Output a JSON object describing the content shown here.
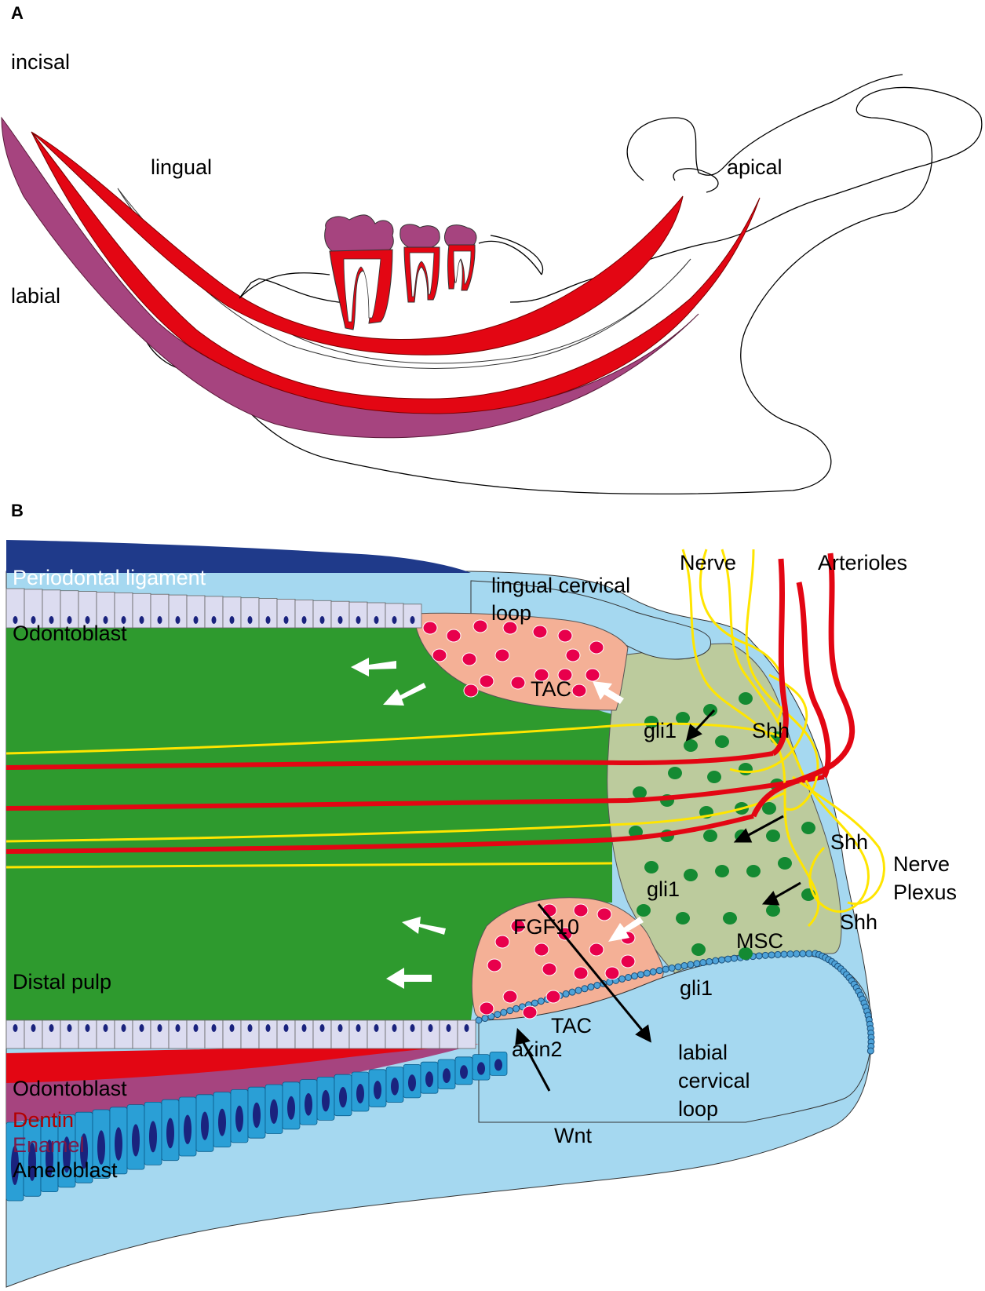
{
  "panel_a": {
    "letter": "A",
    "labels": {
      "incisal": "incisal",
      "lingual": "lingual",
      "labial": "labial",
      "apical": "apical"
    }
  },
  "panel_b": {
    "letter": "B",
    "labels": {
      "periodontal_ligament": "Periodontal ligament",
      "lingual_cervical_loop_1": "lingual cervical",
      "lingual_cervical_loop_2": "loop",
      "nerve": "Nerve",
      "arterioles": "Arterioles",
      "odontoblast_top": "Odontoblast",
      "tac_top": "TAC",
      "gli1_top": "gli1",
      "shh_top": "Shh",
      "shh_mid": "Shh",
      "nerve_plexus_1": "Nerve",
      "nerve_plexus_2": "Plexus",
      "gli1_mid": "gli1",
      "fgf10": "FGF10",
      "shh_low": "Shh",
      "msc": "MSC",
      "distal_pulp": "Distal pulp",
      "gli1_low": "gli1",
      "tac_low": "TAC",
      "axin2": "axin2",
      "labial_cervical_loop_1": "labial",
      "labial_cervical_loop_2": "cervical",
      "labial_cervical_loop_3": "loop",
      "odontoblast_bottom": "Odontoblast",
      "dentin": "Dentin",
      "enamel": "Enamel",
      "ameloblast": "Ameloblast",
      "wnt": "Wnt"
    }
  },
  "colors": {
    "dentin_red": "#e30613",
    "enamel_purple": "#a6447f",
    "tooth_crown": "#a6447f",
    "periodontal_blue": "#1f3a8a",
    "epithelium_light_blue": "#a5d8f0",
    "pulp_green": "#2e9a2e",
    "niche_sage": "#bccb9d",
    "tac_salmon": "#f4b096",
    "tac_cell": "#e8004c",
    "msc_cell": "#148a32",
    "odontoblast_cell": "#dcdcf0",
    "nucleus": "#1a237e",
    "ameloblast_blue": "#2a9fd6",
    "nerve_yellow": "#ffe500",
    "arrow_white": "#ffffff"
  }
}
